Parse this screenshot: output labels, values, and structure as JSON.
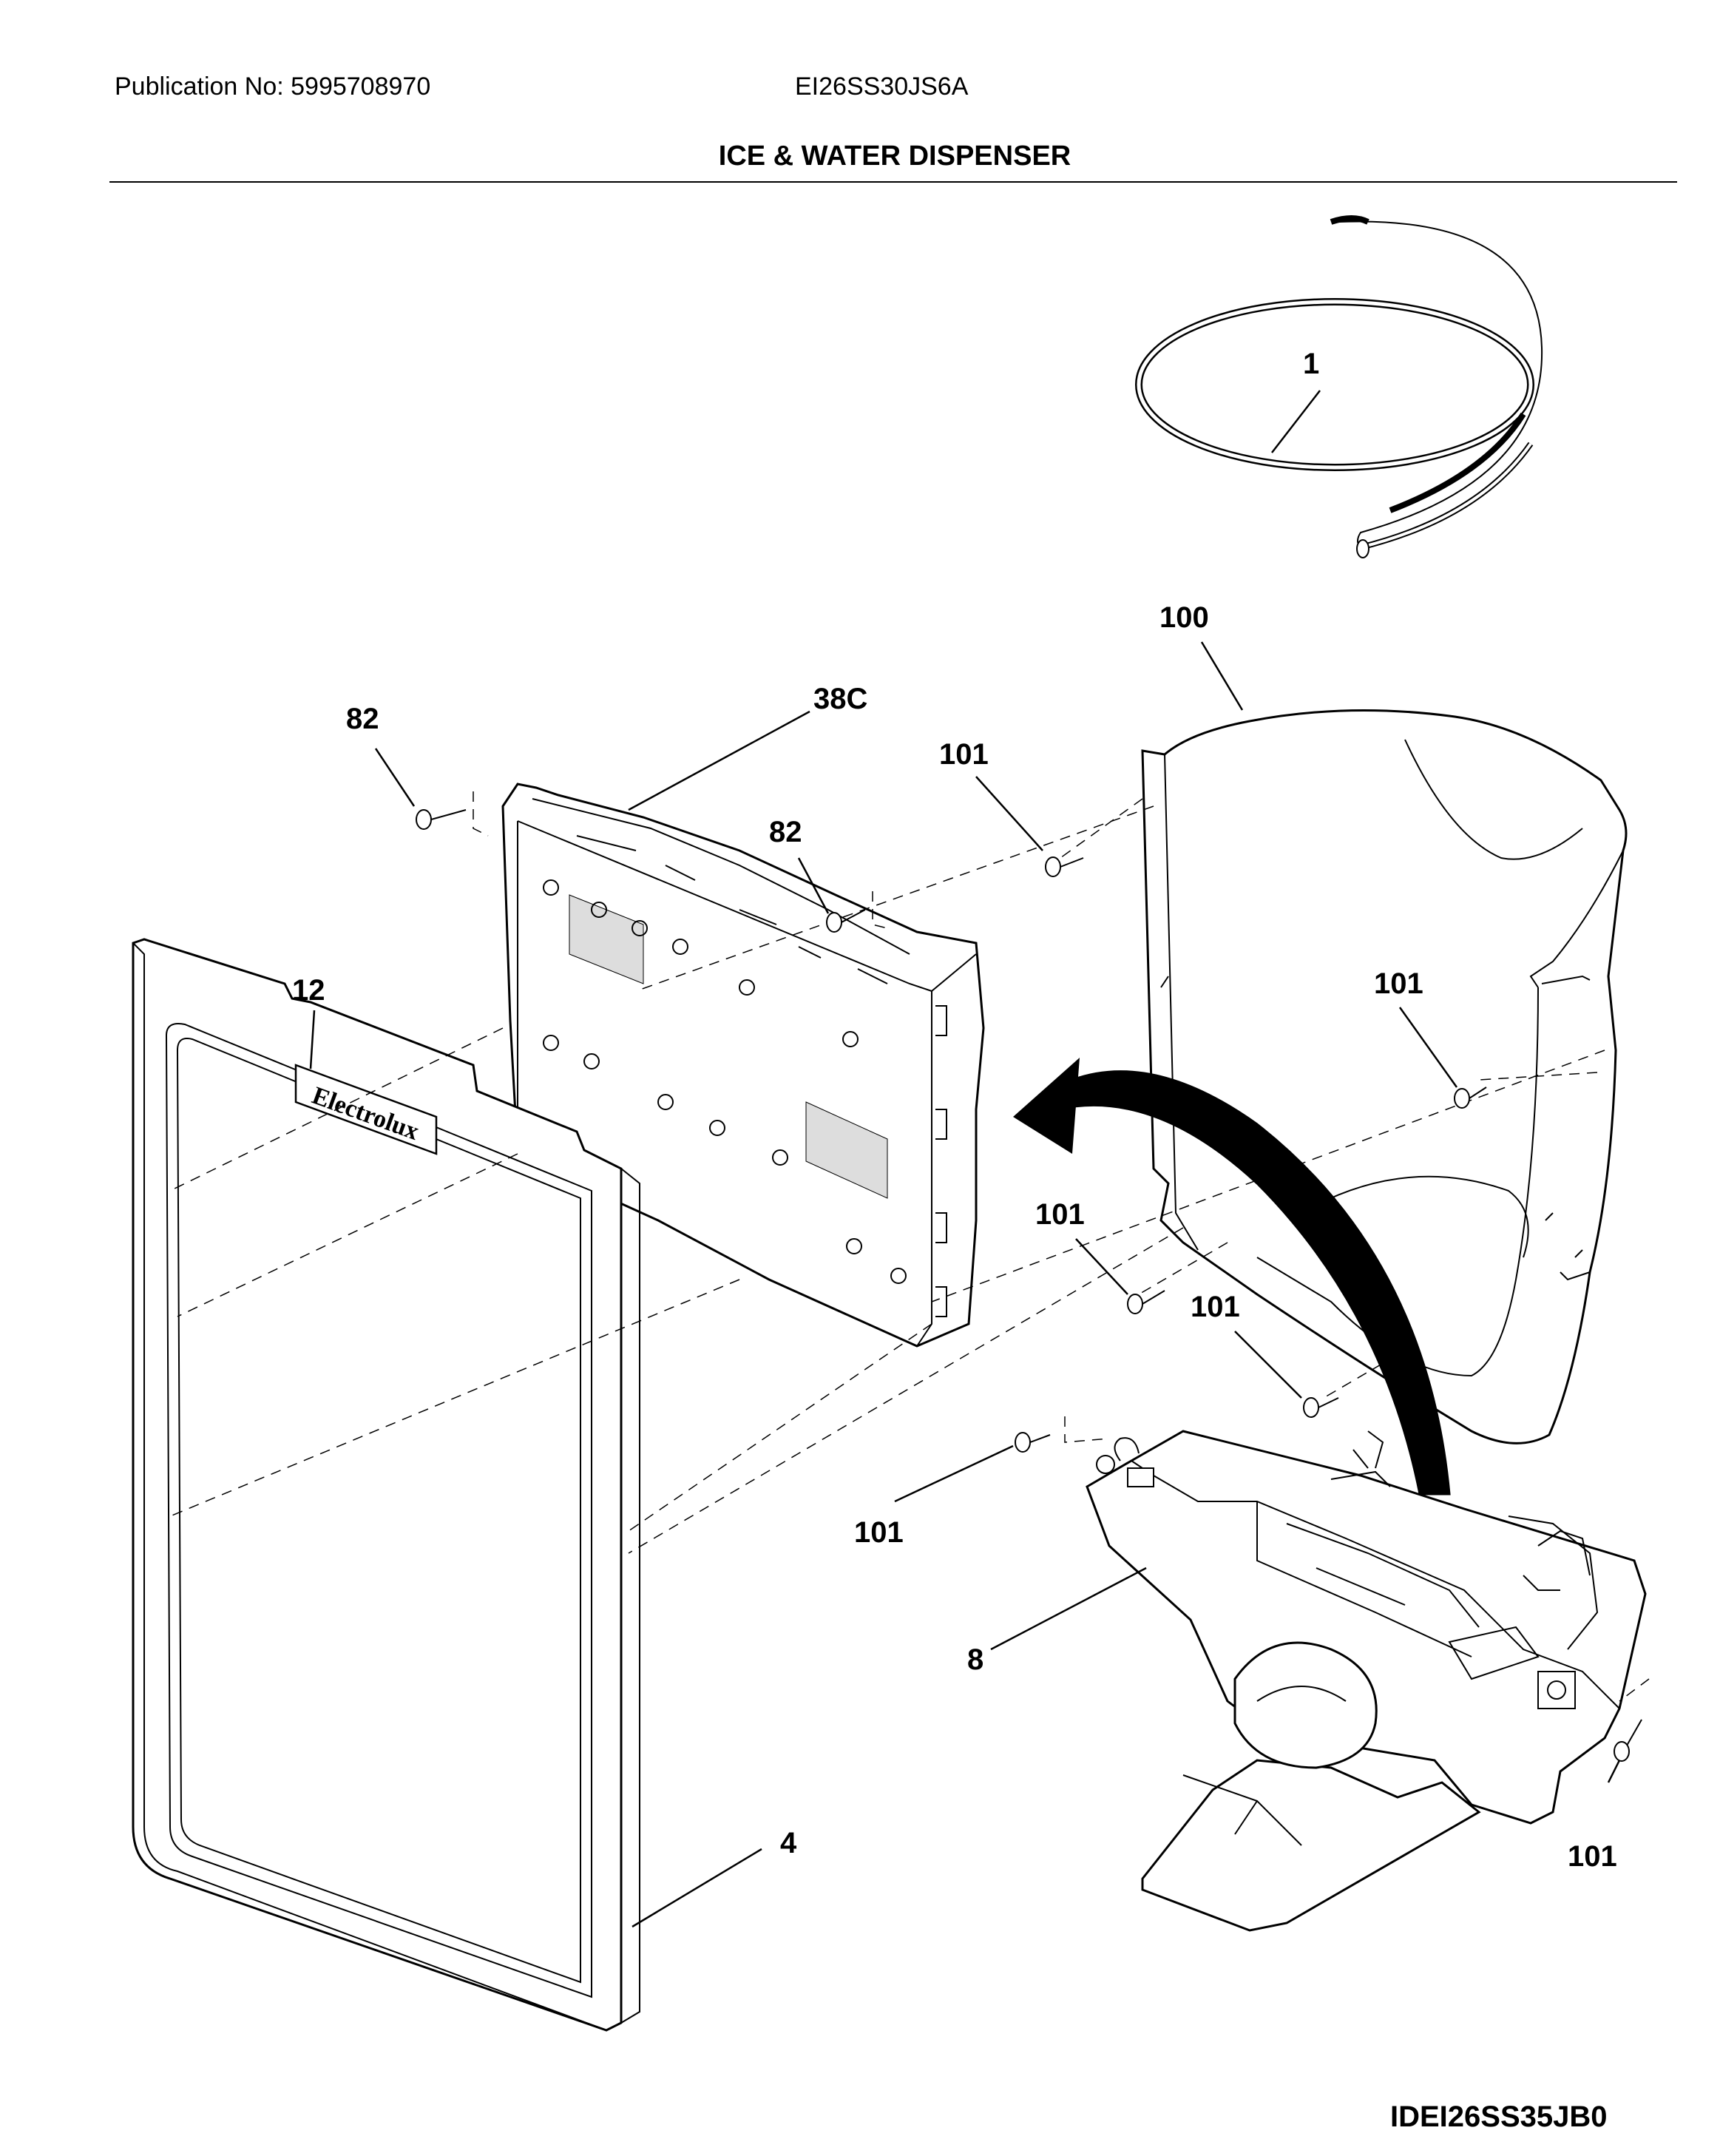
{
  "header": {
    "publication": "Publication No: 5995708970",
    "model": "EI26SS30JS6A",
    "title": "ICE & WATER DISPENSER"
  },
  "footer": {
    "diagram_id": "IDEI26SS35JB0"
  },
  "callouts": {
    "c1": "1",
    "c100": "100",
    "c38c": "38C",
    "c82a": "82",
    "c82b": "82",
    "c101a": "101",
    "c101b": "101",
    "c101c": "101",
    "c101d": "101",
    "c101e": "101",
    "c101f": "101",
    "c12": "12",
    "c8": "8",
    "c4": "4"
  },
  "brand_text": "Electrolux"
}
